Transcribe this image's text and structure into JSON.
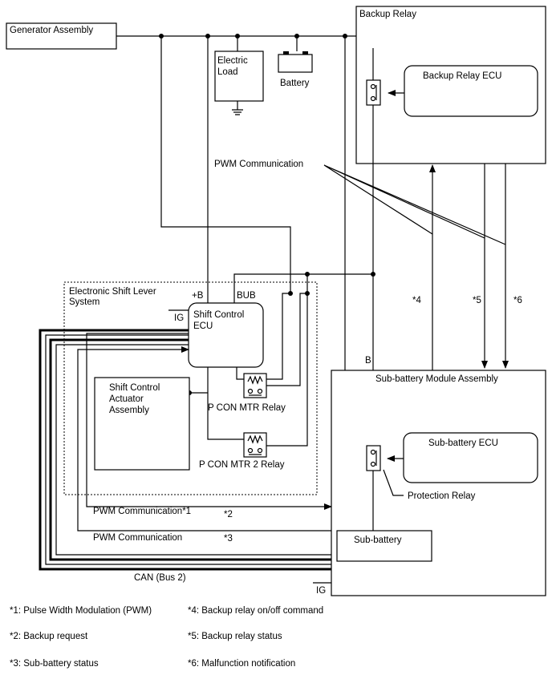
{
  "components": {
    "generator": "Generator Assembly",
    "electric_load": [
      "Electric",
      "Load"
    ],
    "battery": "Battery",
    "backup_relay": "Backup Relay",
    "backup_relay_ecu": "Backup Relay ECU",
    "esl_system": [
      "Electronic Shift Lever",
      "System"
    ],
    "shift_ecu": [
      "Shift Control",
      "ECU"
    ],
    "actuator": [
      "Shift Control",
      "Actuator",
      "Assembly"
    ],
    "pcon_relay": "P CON MTR Relay",
    "pcon2_relay": "P CON MTR 2 Relay",
    "sub_module": "Sub-battery Module Assembly",
    "sub_ecu": "Sub-battery ECU",
    "protection_relay": "Protection Relay",
    "sub_battery": "Sub-battery"
  },
  "terminals": {
    "plus_b": "+B",
    "bub": "BUB",
    "ig": "IG",
    "b": "B"
  },
  "signals": {
    "pwm_top": "PWM Communication",
    "pwm_star1": "PWM Communication*1",
    "pwm_plain": "PWM Communication",
    "can": "CAN (Bus 2)",
    "star2": "*2",
    "star3": "*3",
    "star4": "*4",
    "star5": "*5",
    "star6": "*6"
  },
  "legend": [
    "*1: Pulse Width Modulation (PWM)",
    "*2: Backup request",
    "*3: Sub-battery status",
    "*4: Backup relay on/off command",
    "*5: Backup relay status",
    "*6: Malfunction notification"
  ]
}
